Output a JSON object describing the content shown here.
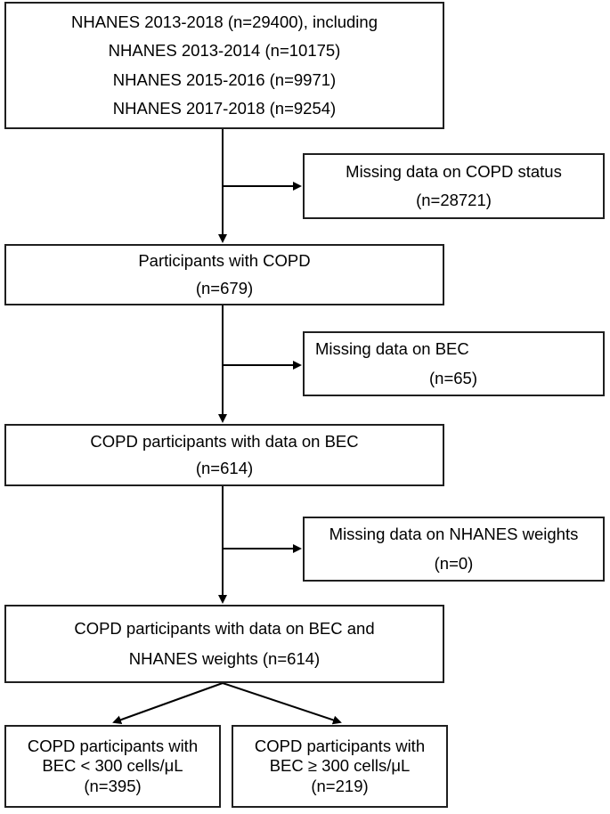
{
  "source_box": {
    "lines": [
      "NHANES 2013-2018 (n=29400), including",
      "NHANES 2013-2014 (n=10175)",
      "NHANES 2015-2016 (n=9971)",
      "NHANES 2017-2018 (n=9254)"
    ]
  },
  "exclusion_copd": {
    "lines": [
      "Missing data on COPD status",
      "(n=28721)"
    ]
  },
  "copd_box": {
    "lines": [
      "Participants with COPD",
      "(n=679)"
    ]
  },
  "exclusion_bec": {
    "lines": [
      "Missing data on BEC",
      "(n=65)"
    ]
  },
  "bec_box": {
    "lines": [
      "COPD participants with data on BEC",
      "(n=614)"
    ]
  },
  "exclusion_weights": {
    "lines": [
      "Missing data on NHANES weights",
      "(n=0)"
    ]
  },
  "weights_box": {
    "lines": [
      "COPD participants with data on BEC and",
      "NHANES weights (n=614)"
    ]
  },
  "low_bec_box": {
    "lines": [
      "COPD participants with",
      "BEC < 300 cells/μL",
      "(n=395)"
    ]
  },
  "high_bec_box": {
    "lines": [
      "COPD participants with",
      "BEC ≥ 300 cells/μL",
      "(n=219)"
    ]
  }
}
